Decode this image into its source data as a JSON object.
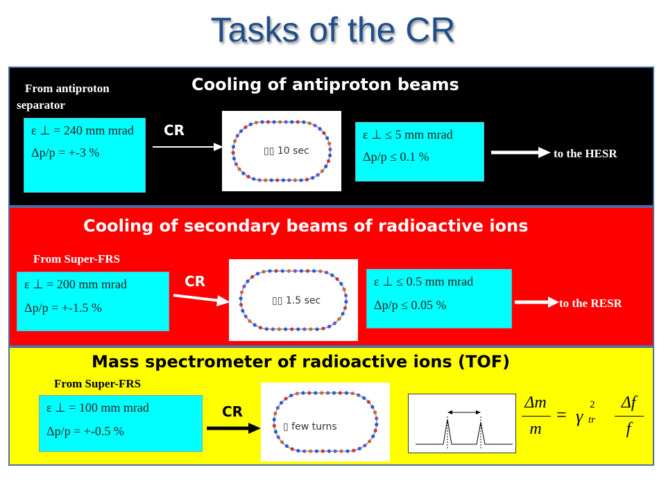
{
  "title": "Tasks of the CR",
  "panels": {
    "antiproton": {
      "heading": "Cooling of antiproton beams",
      "source": "From antiproton separator",
      "input_emittance": "ε ⊥ = 240 mm mrad",
      "input_momentum": "Δp/p = +-3 %",
      "cr_label": "CR",
      "ring_time": "10 sec",
      "output_emittance": "ε ⊥ ≤ 5 mm mrad",
      "output_momentum": "Δp/p ≤ 0.1 %",
      "destination": "to the HESR"
    },
    "radioactive": {
      "heading": "Cooling of secondary beams of radioactive ions",
      "source": "From Super-FRS",
      "input_emittance": "ε ⊥ = 200 mm mrad",
      "input_momentum": "Δp/p = +-1.5 %",
      "cr_label": "CR",
      "ring_time": "1.5 sec",
      "output_emittance": "ε ⊥ ≤ 0.5 mm mrad",
      "output_momentum": "Δp/p ≤ 0.05 %",
      "destination": "to the RESR"
    },
    "mass_spectrometer": {
      "heading": "Mass spectrometer of radioactive ions (TOF)",
      "source": "From Super-FRS",
      "input_emittance": "ε ⊥ = 100 mm mrad",
      "input_momentum": "Δp/p = +-0.5 %",
      "cr_label": "CR",
      "ring_time": "few turns",
      "formula": {
        "lhs_num": "Δm",
        "lhs_den": "m",
        "gamma": "γ",
        "sub": "tr",
        "sup": "2",
        "rhs_num": "Δf",
        "rhs_den": "f"
      }
    }
  },
  "colors": {
    "title": "#1f4e8c",
    "panel_antiproton": "#000000",
    "panel_radioactive": "#ff0000",
    "panel_mass": "#ffff00",
    "info_box": "#00ffff"
  }
}
